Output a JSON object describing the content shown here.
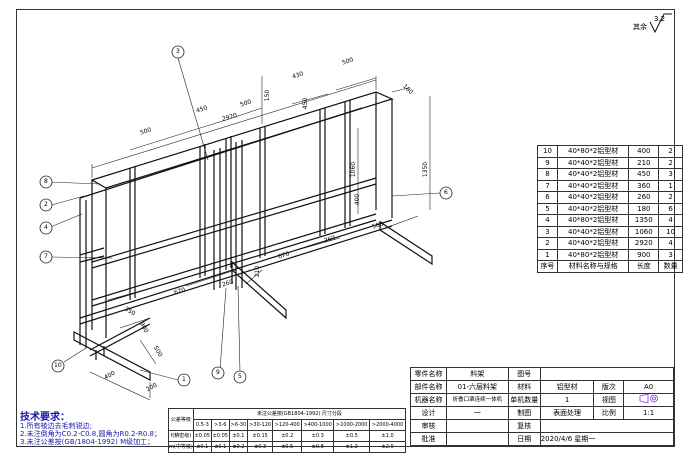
{
  "corner": {
    "other_label": "其余",
    "roughness": "3.2"
  },
  "dims": {
    "d2920": "2920",
    "d430_top": "430",
    "d500_top": "500",
    "d450_top": "450",
    "d180": "180",
    "d450_mid": "450",
    "d500_left": "500",
    "d500_mid": "500",
    "d150": "150",
    "d1350": "1350",
    "d1060": "1060",
    "d400_rt": "400",
    "d260": "260",
    "d500_rt": "500",
    "d670_a": "670",
    "d670_b": "670",
    "d210": "210",
    "d260_b": "260",
    "d350": "350",
    "d900": "900",
    "d500_base": "500",
    "d400_base": "400",
    "d200": "200"
  },
  "balloons": [
    "1",
    "2",
    "3",
    "4",
    "5",
    "6",
    "7",
    "8",
    "9",
    "10"
  ],
  "bom": {
    "rows": [
      {
        "no": "10",
        "name": "40*80*2铝型材",
        "length": "400",
        "qty": "2"
      },
      {
        "no": "9",
        "name": "40*40*2铝型材",
        "length": "210",
        "qty": "2"
      },
      {
        "no": "8",
        "name": "40*40*2铝型材",
        "length": "450",
        "qty": "3"
      },
      {
        "no": "7",
        "name": "40*40*2铝型材",
        "length": "360",
        "qty": "1"
      },
      {
        "no": "6",
        "name": "40*40*2铝型材",
        "length": "260",
        "qty": "2"
      },
      {
        "no": "5",
        "name": "40*40*2铝型材",
        "length": "180",
        "qty": "6"
      },
      {
        "no": "4",
        "name": "40*80*2铝型材",
        "length": "1350",
        "qty": "4"
      },
      {
        "no": "3",
        "name": "40*40*2铝型材",
        "length": "1060",
        "qty": "10"
      },
      {
        "no": "2",
        "name": "40*40*2铝型材",
        "length": "2920",
        "qty": "4"
      },
      {
        "no": "1",
        "name": "40*80*2铝型材",
        "length": "900",
        "qty": "3"
      }
    ],
    "header": {
      "no": "序号",
      "name": "材料名称与规格",
      "length": "长度",
      "qty": "数量"
    }
  },
  "title_block": {
    "part_name_label": "零件名称",
    "part_name": "料架",
    "drawing_no_label": "图号",
    "component_label": "部件名称",
    "component": "01-六层料架",
    "material_label": "材料",
    "material": "铝型材",
    "version_label": "版次",
    "version": "A0",
    "machine_label": "机器名称",
    "machine": "折叠口罩连续一体机",
    "unit_qty_label": "单机数量",
    "unit_qty": "1",
    "view_label": "视图",
    "design_label": "设计",
    "design": "一",
    "draw_label": "制图",
    "surface_label": "表面处理",
    "scale_label": "比例",
    "scale": "1:1",
    "review_label": "审核",
    "check_label": "复核",
    "approve_label": "批准",
    "date_label": "日期",
    "date": "2020/4/6 星期一"
  },
  "tolerance": {
    "title": "未注公差按(GB1804-1992) 尺寸分段",
    "side_label": "公差等级",
    "ranges": [
      "0.5-3",
      ">3-6",
      ">6-30",
      ">30-120",
      ">120-400",
      ">400-1000",
      ">1000-2000",
      ">2000-4000"
    ],
    "rows": [
      {
        "label": "f(精密级)",
        "values": [
          "±0.05",
          "±0.05",
          "±0.1",
          "±0.15",
          "±0.2",
          "±0.3",
          "±0.5",
          "±1.0"
        ]
      },
      {
        "label": "m(中等级)",
        "values": [
          "±0.1",
          "±0.1",
          "±0.2",
          "±0.3",
          "±0.5",
          "±0.8",
          "±1.2",
          "±2.0"
        ]
      }
    ]
  },
  "tech": {
    "title": "技术要求：",
    "lines": [
      "1.所有棱边去毛刺锐边;",
      "2.未注倒角为C0.2-C0.8,圆角为R0.2-R0.8；",
      "3.未注公差按(GB/1804-1992) M级加工；"
    ]
  }
}
